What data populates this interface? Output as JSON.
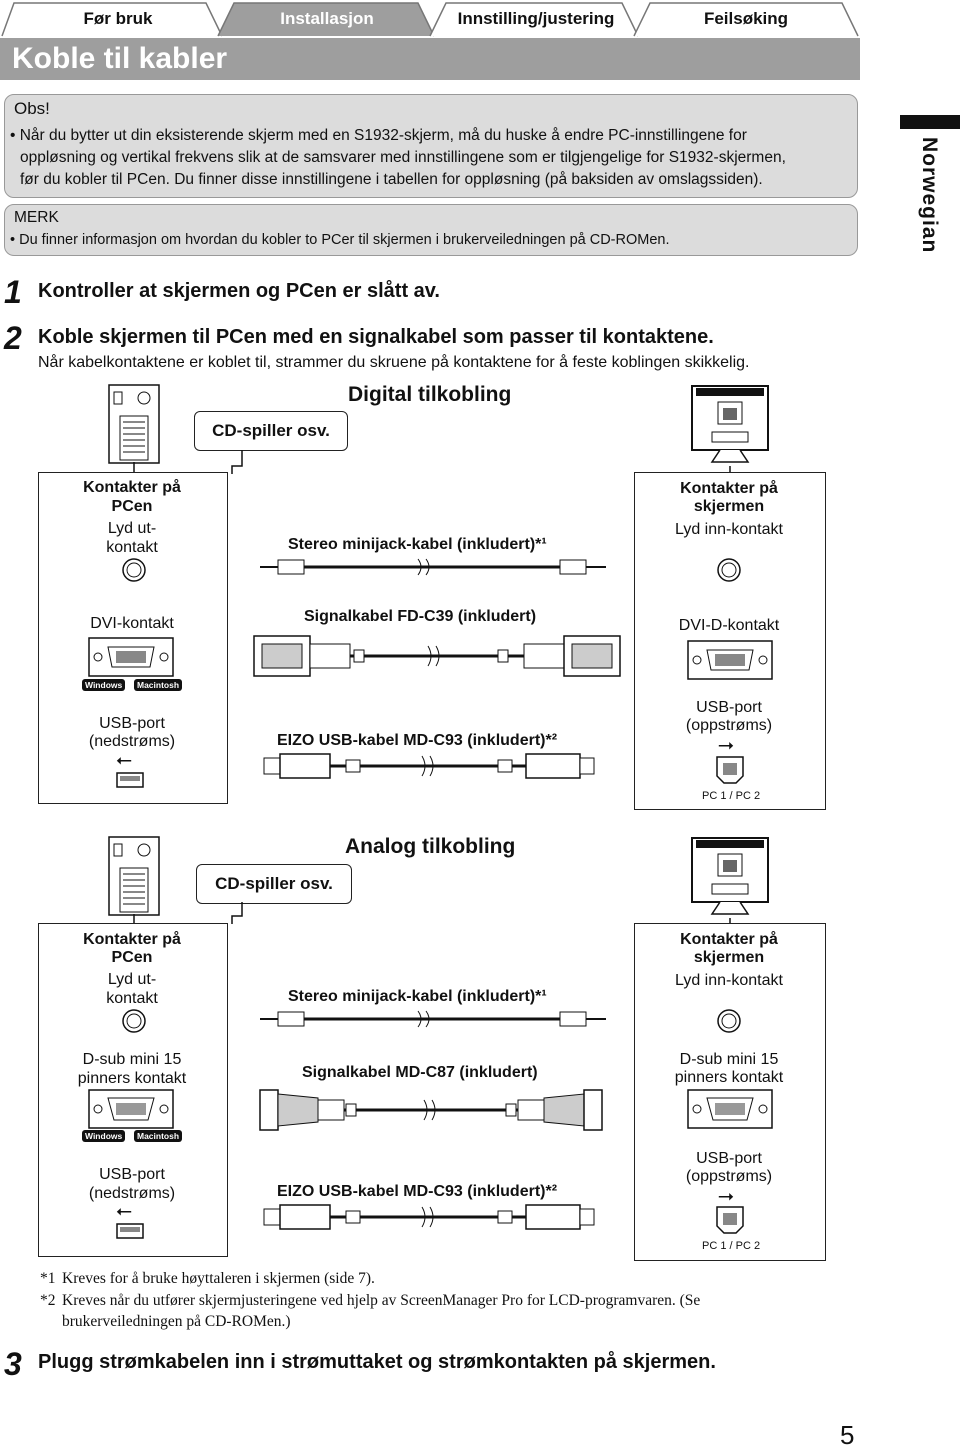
{
  "tabs": [
    "Før bruk",
    "Installasjon",
    "Innstilling/justering",
    "Feilsøking"
  ],
  "page_title": "Koble til kabler",
  "side_label": "Norwegian",
  "obs": {
    "heading": "Obs!",
    "line1": "• Når du bytter ut din eksisterende skjerm med en S1932-skjerm, må du huske å endre PC-innstillingene for",
    "line2": "oppløsning og vertikal frekvens slik at de samsvarer med innstillingene som er tilgjengelige for S1932-skjermen,",
    "line3": "før du kobler til PCen. Du finner disse innstillingene i tabellen for oppløsning (på baksiden av omslagssiden)."
  },
  "merk": {
    "heading": "MERK",
    "line1": "• Du finner informasjon om hvordan du kobler to PCer til skjermen i brukerveiledningen på CD-ROMen."
  },
  "steps": {
    "s1_num": "1",
    "s1_text": "Kontroller at skjermen og PCen er slått av.",
    "s2_num": "2",
    "s2_text": "Koble skjermen til PCen med en signalkabel som passer til kontaktene.",
    "s2_sub": "Når kabelkontaktene er koblet til, strammer du skruene på kontaktene for å feste koblingen skikkelig.",
    "s3_num": "3",
    "s3_text": "Plugg strømkabelen inn i strømuttaket og strømkontakten på skjermen."
  },
  "digital": {
    "title": "Digital tilkobling",
    "cd": "CD-spiller osv.",
    "pc_head1": "Kontakter på",
    "pc_head2": "PCen",
    "pc_audio1": "Lyd ut-",
    "pc_audio2": "kontakt",
    "mon_head1": "Kontakter på",
    "mon_head2": "skjermen",
    "mon_audio": "Lyd inn-kontakt",
    "audio_cable": "Stereo minijack-kabel (inkludert)*¹",
    "pc_video": "DVI-kontakt",
    "video_cable": "Signalkabel FD-C39 (inkludert)",
    "mon_video": "DVI-D-kontakt",
    "os1": "Windows",
    "os2": "Macintosh",
    "pc_usb1": "USB-port",
    "pc_usb2": "(nedstrøms)",
    "usb_cable": "EIZO USB-kabel MD-C93 (inkludert)*²",
    "mon_usb1": "USB-port",
    "mon_usb2": "(oppstrøms)",
    "pc12": "PC 1 / PC 2"
  },
  "analog": {
    "title": "Analog tilkobling",
    "cd": "CD-spiller osv.",
    "pc_head1": "Kontakter på",
    "pc_head2": "PCen",
    "pc_audio1": "Lyd ut-",
    "pc_audio2": "kontakt",
    "mon_head1": "Kontakter på",
    "mon_head2": "skjermen",
    "mon_audio": "Lyd inn-kontakt",
    "audio_cable": "Stereo minijack-kabel (inkludert)*¹",
    "pc_video1": "D-sub mini 15",
    "pc_video2": "pinners kontakt",
    "video_cable": "Signalkabel MD-C87 (inkludert)",
    "mon_video1": "D-sub mini 15",
    "mon_video2": "pinners kontakt",
    "os1": "Windows",
    "os2": "Macintosh",
    "pc_usb1": "USB-port",
    "pc_usb2": "(nedstrøms)",
    "usb_cable": "EIZO USB-kabel MD-C93 (inkludert)*²",
    "mon_usb1": "USB-port",
    "mon_usb2": "(oppstrøms)",
    "pc12": "PC 1 / PC 2"
  },
  "footnotes": {
    "f1_mark": "*1",
    "f1": "Kreves for å bruke høyttaleren i skjermen (side 7).",
    "f2_mark": "*2",
    "f2a": "Kreves når du utfører skjermjusteringene ved hjelp av ScreenManager Pro for LCD-programvaren. (Se",
    "f2b": "brukerveiledningen på CD-ROMen.)"
  },
  "page_number": "5"
}
